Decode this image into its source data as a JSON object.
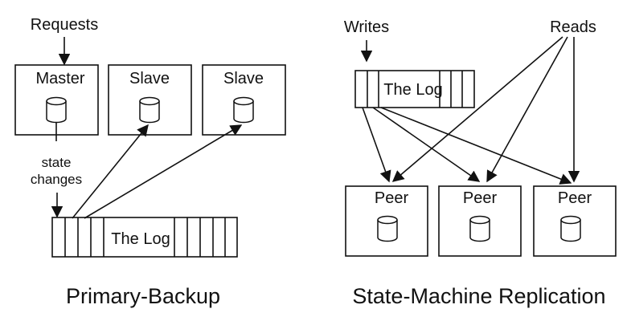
{
  "primary_backup": {
    "requests_label": "Requests",
    "master_label": "Master",
    "slave1_label": "Slave",
    "slave2_label": "Slave",
    "state_changes_line1": "state",
    "state_changes_line2": "changes",
    "log_label": "The Log",
    "caption": "Primary-Backup"
  },
  "state_machine": {
    "writes_label": "Writes",
    "reads_label": "Reads",
    "log_label": "The Log",
    "peer1_label": "Peer",
    "peer2_label": "Peer",
    "peer3_label": "Peer",
    "caption": "State-Machine Replication"
  }
}
